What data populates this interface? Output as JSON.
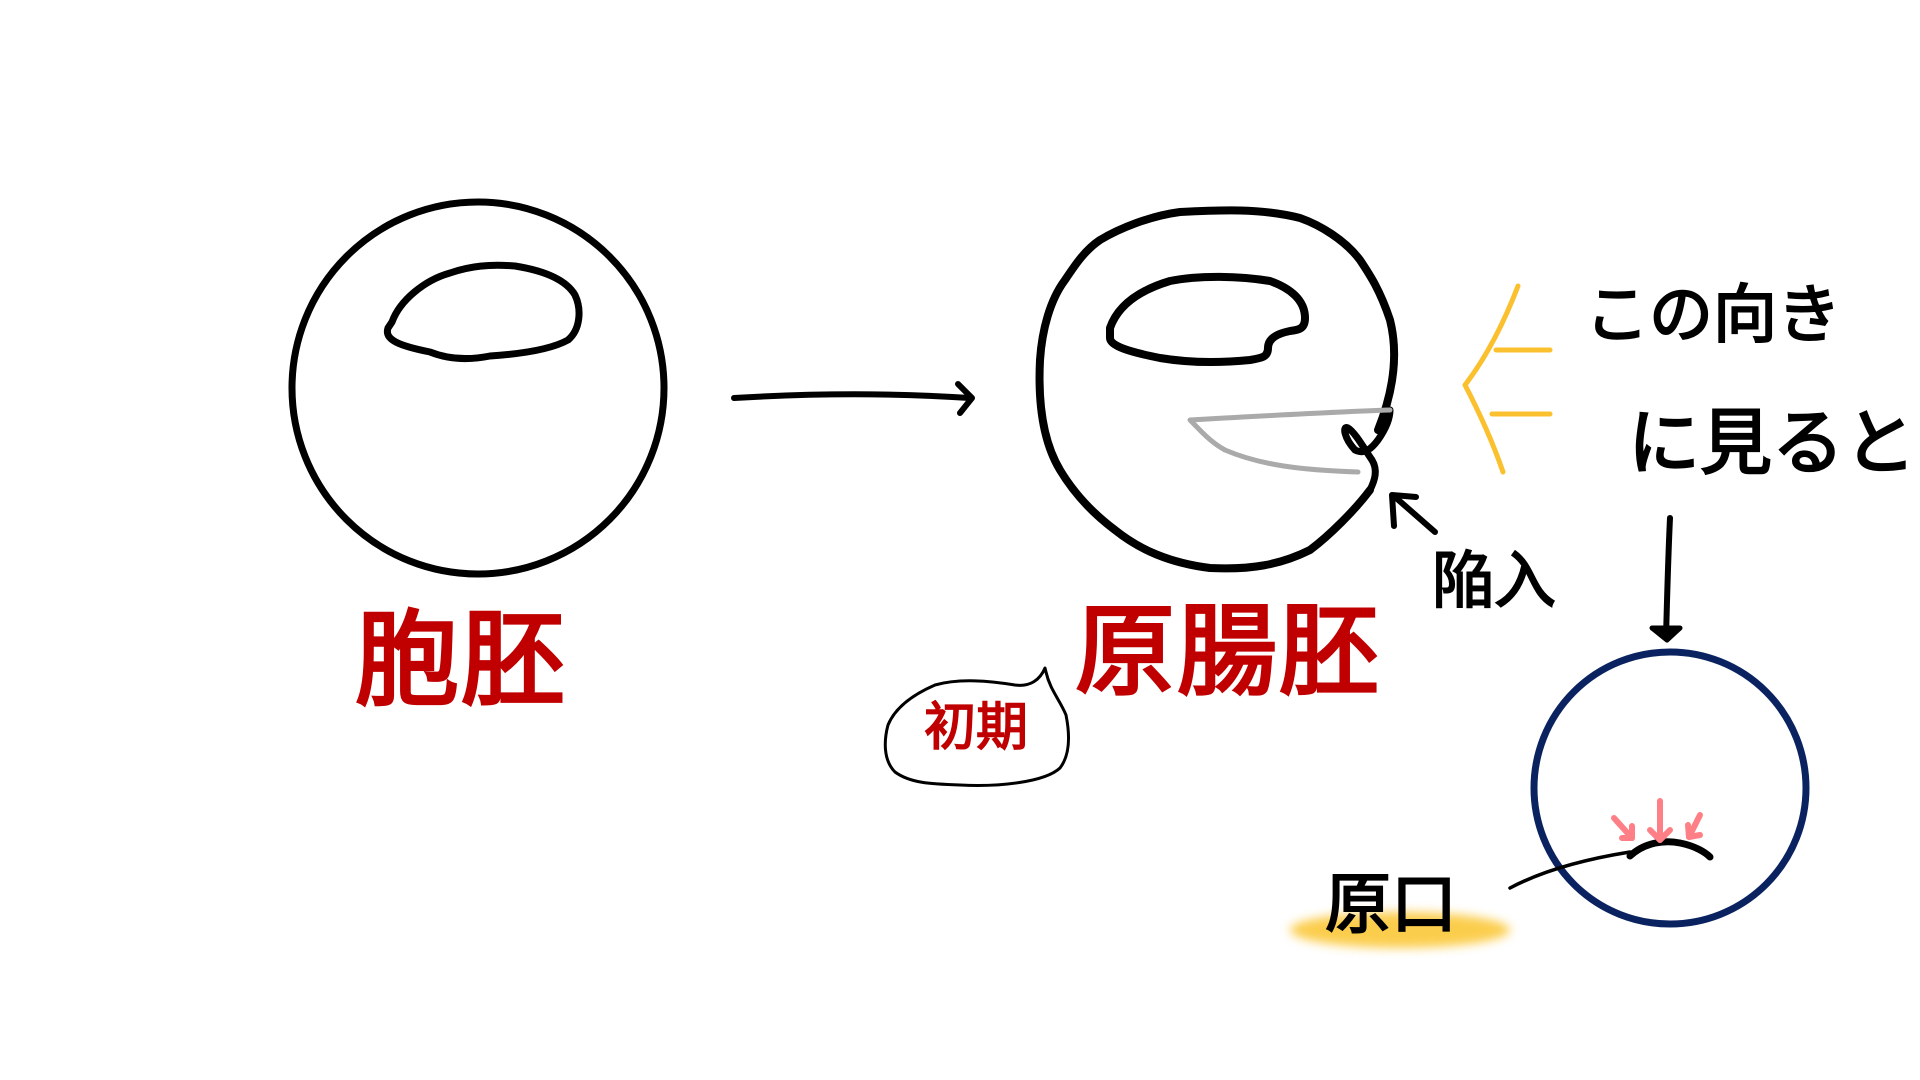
{
  "diagram": {
    "title": "",
    "stages": [
      {
        "id": "blastula",
        "label": "胞胚"
      },
      {
        "id": "gastrula",
        "label": "原腸胚",
        "callout": "初期"
      }
    ],
    "annotations": {
      "invagination": "陥入",
      "view_direction_line1": "この向き",
      "view_direction_line2": "に見ると",
      "blastopore": "原口"
    },
    "icons": {
      "stage_transition_arrow": "arrow-right-icon",
      "invagination_arrow": "arrow-up-left-icon",
      "view_arrow": "arrow-down-icon",
      "eye_direction_marker": "view-direction-icon",
      "converging_arrows": "arrow-down-pink-icon"
    },
    "colors": {
      "label_red": "#c00000",
      "outline_black": "#000000",
      "invagination_gray": "#aaaaaa",
      "view_marker_yellow": "#fbc02d",
      "circle_navy": "#0a2360",
      "arrow_pink": "#ff7f86",
      "highlight_yellow": "#fbc52e"
    }
  }
}
